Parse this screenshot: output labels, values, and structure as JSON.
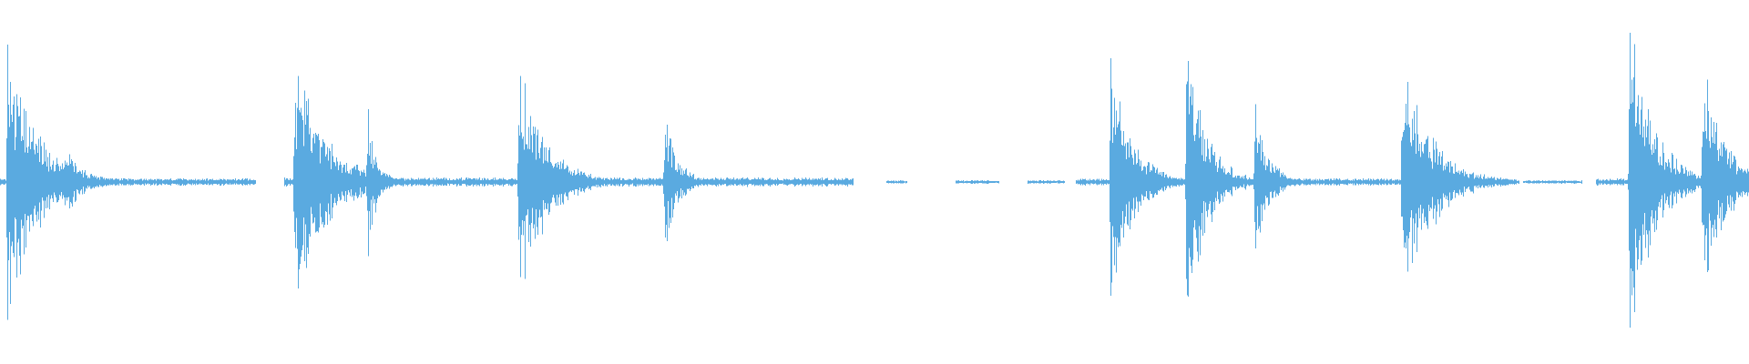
{
  "waveform": {
    "color": "#5aaae0",
    "background": "#ffffff",
    "duration_s": 12.0,
    "amplitude_range": [
      -1.0,
      1.0
    ],
    "events": [
      {
        "t": 0.05,
        "amp": 0.78,
        "decay": 0.2
      },
      {
        "t": 0.44,
        "amp": 0.22,
        "decay": 0.12
      },
      {
        "t": 2.02,
        "amp": 0.67,
        "decay": 0.22
      },
      {
        "t": 2.52,
        "amp": 0.45,
        "decay": 0.06
      },
      {
        "t": 3.56,
        "amp": 0.69,
        "decay": 0.18
      },
      {
        "t": 4.56,
        "amp": 0.38,
        "decay": 0.09
      },
      {
        "t": 7.62,
        "amp": 0.73,
        "decay": 0.14
      },
      {
        "t": 8.14,
        "amp": 0.75,
        "decay": 0.14
      },
      {
        "t": 8.61,
        "amp": 0.46,
        "decay": 0.09
      },
      {
        "t": 9.62,
        "amp": 0.7,
        "decay": 0.2
      },
      {
        "t": 11.18,
        "amp": 0.94,
        "decay": 0.16
      },
      {
        "t": 11.68,
        "amp": 0.72,
        "decay": 0.14
      }
    ],
    "noise_segments": [
      {
        "start": 0.0,
        "end": 1.75,
        "amp": 0.02
      },
      {
        "start": 1.95,
        "end": 5.85,
        "amp": 0.025
      },
      {
        "start": 6.08,
        "end": 6.22,
        "amp": 0.01
      },
      {
        "start": 6.55,
        "end": 6.85,
        "amp": 0.01
      },
      {
        "start": 7.05,
        "end": 7.3,
        "amp": 0.01
      },
      {
        "start": 7.38,
        "end": 10.35,
        "amp": 0.02
      },
      {
        "start": 10.45,
        "end": 10.85,
        "amp": 0.01
      },
      {
        "start": 10.95,
        "end": 12.0,
        "amp": 0.02
      }
    ]
  }
}
